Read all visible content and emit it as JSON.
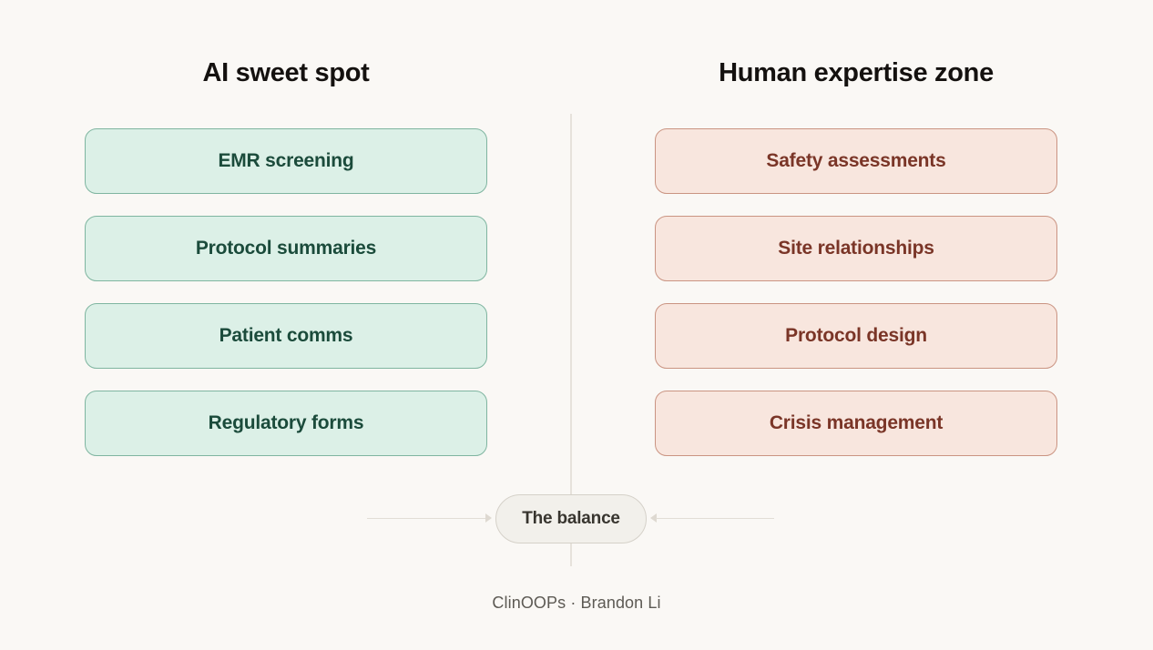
{
  "background_color": "#faf8f5",
  "columns": [
    {
      "id": "ai",
      "title": "AI sweet spot",
      "accent_fill": "#dcf0e7",
      "accent_border": "#7fb5a0",
      "accent_text": "#1b4b3b",
      "items": [
        {
          "label": "EMR screening"
        },
        {
          "label": "Protocol summaries"
        },
        {
          "label": "Patient comms"
        },
        {
          "label": "Regulatory forms"
        }
      ]
    },
    {
      "id": "human",
      "title": "Human expertise zone",
      "accent_fill": "#f8e6de",
      "accent_border": "#ca9482",
      "accent_text": "#7a3527",
      "items": [
        {
          "label": "Safety assessments"
        },
        {
          "label": "Site relationships"
        },
        {
          "label": "Protocol design"
        },
        {
          "label": "Crisis management"
        }
      ]
    }
  ],
  "balance": {
    "label": "The balance",
    "fill": "#f2f0eb",
    "border": "#d5d1c9",
    "text_color": "#38352f"
  },
  "footer": {
    "text": "ClinOOPs · Brandon Li",
    "color": "#5d5a54"
  }
}
